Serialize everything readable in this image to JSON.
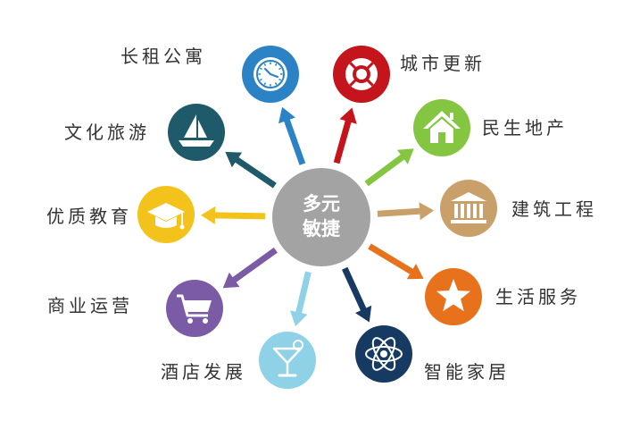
{
  "hub": {
    "line1": "多元",
    "line2": "敏捷",
    "color": "#a3a3a3"
  },
  "nodes": [
    {
      "key": "long-term-apartment",
      "label": "长租公寓",
      "icon": "clock-icon",
      "color": "#2b83c6",
      "arrow_color": "#2b83c6"
    },
    {
      "key": "urban-renewal",
      "label": "城市更新",
      "icon": "lifebuoy-icon",
      "color": "#c4151c",
      "arrow_color": "#c4151c"
    },
    {
      "key": "cultural-tourism",
      "label": "文化旅游",
      "icon": "sailboat-icon",
      "color": "#1f5a6a",
      "arrow_color": "#1f5a6a"
    },
    {
      "key": "residential-property",
      "label": "民生地产",
      "icon": "house-icon",
      "color": "#84c541",
      "arrow_color": "#84c541"
    },
    {
      "key": "quality-education",
      "label": "优质教育",
      "icon": "graduation-cap-icon",
      "color": "#f3c31b",
      "arrow_color": "#f3c31b"
    },
    {
      "key": "construction-engineering",
      "label": "建筑工程",
      "icon": "bank-building-icon",
      "color": "#c9a06a",
      "arrow_color": "#c9a06a"
    },
    {
      "key": "commercial-operation",
      "label": "商业运营",
      "icon": "shopping-cart-icon",
      "color": "#7b5aa6",
      "arrow_color": "#7b5aa6"
    },
    {
      "key": "life-services",
      "label": "生活服务",
      "icon": "star-icon",
      "color": "#e8721c",
      "arrow_color": "#e8721c"
    },
    {
      "key": "hotel-development",
      "label": "酒店发展",
      "icon": "cocktail-icon",
      "color": "#8fd1e6",
      "arrow_color": "#8fd1e6"
    },
    {
      "key": "smart-home",
      "label": "智能家居",
      "icon": "atom-icon",
      "color": "#173a63",
      "arrow_color": "#173a63"
    }
  ]
}
